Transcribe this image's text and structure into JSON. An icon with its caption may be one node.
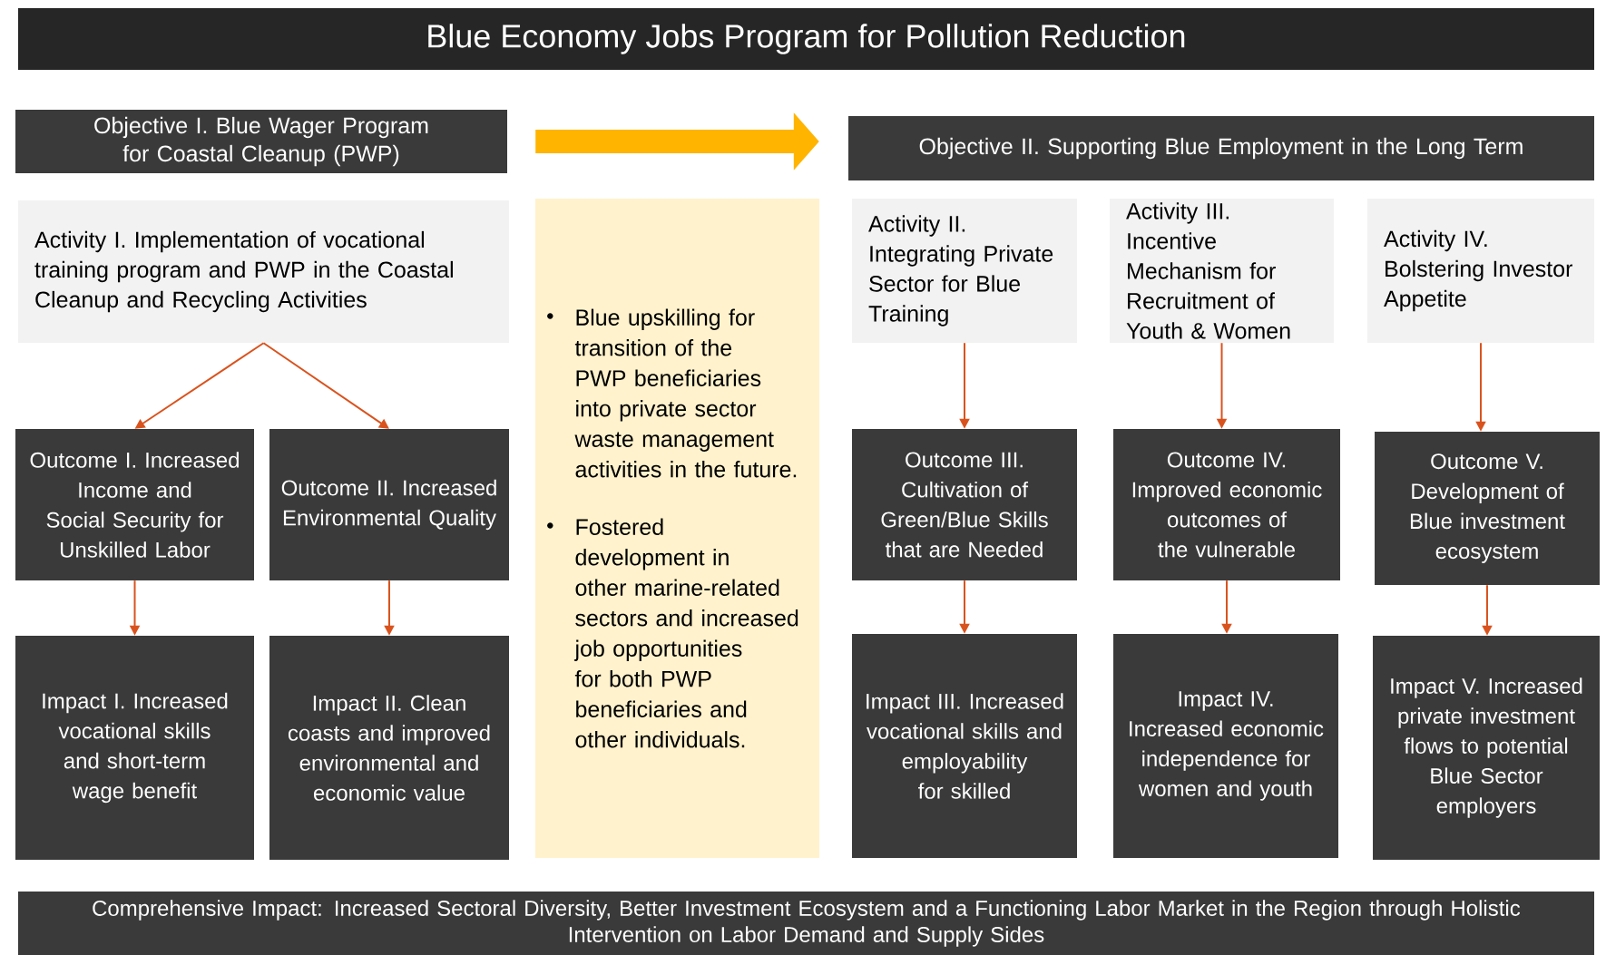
{
  "diagram": {
    "title": "Blue Economy Jobs Program for Pollution Reduction",
    "nodes": [
      {
        "text": [
          "Objective I. Blue Wager Program for Coastal Cleanup (PWP)"
        ]
      },
      {
        "text": [
          "Objective II. Supporting Blue Employment in the Long Term"
        ]
      },
      {
        "text": [
          "Activity I. Implementation of vocational training program and PWP in the Coastal Cleanup and Recycling Activities"
        ]
      },
      {
        "text": [
          "Blue upskilling for transition of the PWP beneficiaries into private sector waste management activities in the future.",
          "Fostered development in other marine-related sectors and increased job opportunities for both PWP beneficiaries and other individuals."
        ]
      },
      {
        "text": [
          "Activity II. Integrating Private Sector for Blue Training"
        ]
      },
      {
        "text": [
          "Activity III. Incentive Mechanism for Recruitment of Youth & Women"
        ]
      },
      {
        "text": [
          "Activity IV. Bolstering Investor Appetite"
        ]
      },
      {
        "text": [
          "Outcome I. Increased Income and Social Security for Unskilled Labor"
        ]
      },
      {
        "text": [
          "Outcome II. Increased Environmental Quality"
        ]
      },
      {
        "text": [
          "Outcome III. Cultivation of Green/Blue Skills that are Needed"
        ]
      },
      {
        "text": [
          "Outcome IV. Improved economic outcomes of the vulnerable"
        ]
      },
      {
        "text": [
          "Outcome V. Development of Blue investment ecosystem"
        ]
      },
      {
        "text": [
          "Impact I. Increased vocational skills and short-term wage benefit"
        ]
      },
      {
        "text": [
          "Impact II. Clean coasts and improved environmental and economic value"
        ]
      },
      {
        "text": [
          "Impact III. Increased vocational skills and employability for skilled"
        ]
      },
      {
        "text": [
          "Impact IV. Increased economic independence for women and youth"
        ]
      },
      {
        "text": [
          "Impact V. Increased private investment flows to potential Blue Sector employers"
        ]
      },
      {
        "text": [
          "Comprehensive Impact: Increased Sectoral Diversity, Better Investment Ecosystem and a Functioning Labor Market in the Region through Holistic Intervention on Labor Demand and Supply Sides"
        ]
      }
    ],
    "edges": [
      {
        "from": 0,
        "to": 1,
        "arrow": "to",
        "style": "thick",
        "color": "#ffb400"
      },
      {
        "from": 2,
        "to": 7,
        "arrow": "to"
      },
      {
        "from": 2,
        "to": 8,
        "arrow": "to"
      },
      {
        "from": 4,
        "to": 9,
        "arrow": "to"
      },
      {
        "from": 5,
        "to": 10,
        "arrow": "to"
      },
      {
        "from": 6,
        "to": 11,
        "arrow": "to"
      },
      {
        "from": 7,
        "to": 12,
        "arrow": "to"
      },
      {
        "from": 8,
        "to": 13,
        "arrow": "to"
      },
      {
        "from": 9,
        "to": 14,
        "arrow": "to"
      },
      {
        "from": 10,
        "to": 15,
        "arrow": "to"
      },
      {
        "from": 11,
        "to": 16,
        "arrow": "to"
      }
    ]
  }
}
